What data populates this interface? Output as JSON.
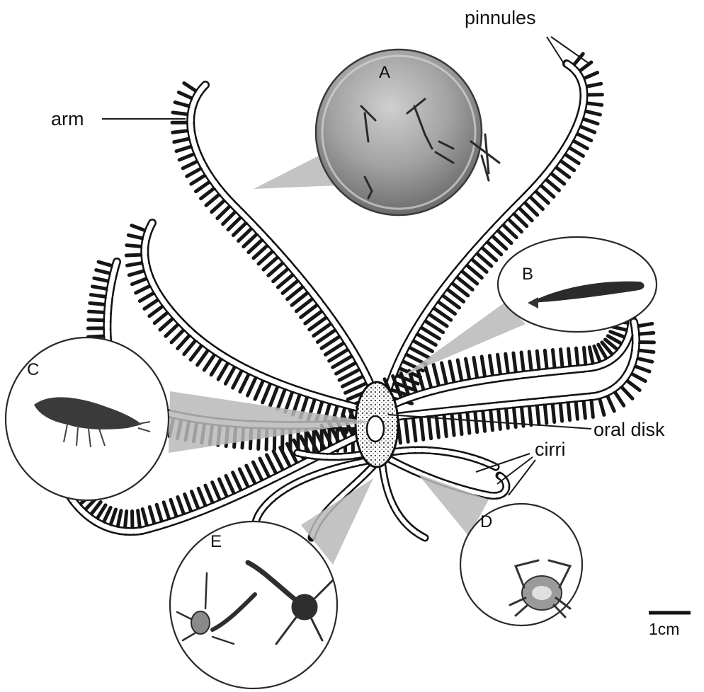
{
  "labels": {
    "arm": "arm",
    "pinnules": "pinnules",
    "oral_disk": "oral disk",
    "cirri": "cirri"
  },
  "panels": {
    "A": "A",
    "B": "B",
    "C": "C",
    "D": "D",
    "E": "E"
  },
  "scale_bar": {
    "label": "1cm"
  },
  "colors": {
    "ink": "#111111",
    "pinnule": "#161616",
    "wedge": "#b9b9b9",
    "dish": "#8c8c8c"
  }
}
